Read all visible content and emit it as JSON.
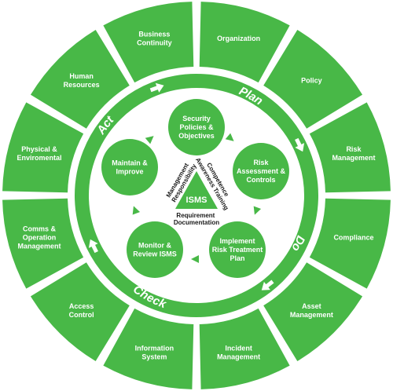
{
  "colors": {
    "green": "#48b847",
    "white": "#ffffff",
    "text_dark": "#1a1a1a"
  },
  "outer_segments": [
    {
      "label": [
        "Organization"
      ]
    },
    {
      "label": [
        "Policy"
      ]
    },
    {
      "label": [
        "Risk",
        "Management"
      ]
    },
    {
      "label": [
        "Compliance"
      ]
    },
    {
      "label": [
        "Asset",
        "Management"
      ]
    },
    {
      "label": [
        "Incident",
        "Management"
      ]
    },
    {
      "label": [
        "Information",
        "System"
      ]
    },
    {
      "label": [
        "Access",
        "Control"
      ]
    },
    {
      "label": [
        "Comms &",
        "Operation",
        "Management"
      ]
    },
    {
      "label": [
        "Physical &",
        "Enviromental"
      ]
    },
    {
      "label": [
        "Human",
        "Resources"
      ]
    },
    {
      "label": [
        "Business",
        "Continuity"
      ]
    }
  ],
  "phases": {
    "plan": "Plan",
    "do": "Do",
    "check": "Check",
    "act": "Act"
  },
  "cycle_circles": [
    {
      "label": [
        "Security",
        "Policies &",
        "Objectives"
      ]
    },
    {
      "label": [
        "Risk",
        "Assessment &",
        "Controls"
      ]
    },
    {
      "label": [
        "Implement",
        "Risk Treatment",
        "Plan"
      ]
    },
    {
      "label": [
        "Monitor &",
        "Review ISMS"
      ]
    },
    {
      "label": [
        "Maintain &",
        "Improve"
      ]
    }
  ],
  "center": {
    "title": "ISMS",
    "left_side": [
      "Management",
      "Responsibility"
    ],
    "right_side": [
      "Competence",
      "Awareness Training"
    ],
    "bottom": [
      "Requirement",
      "Documentation"
    ]
  }
}
